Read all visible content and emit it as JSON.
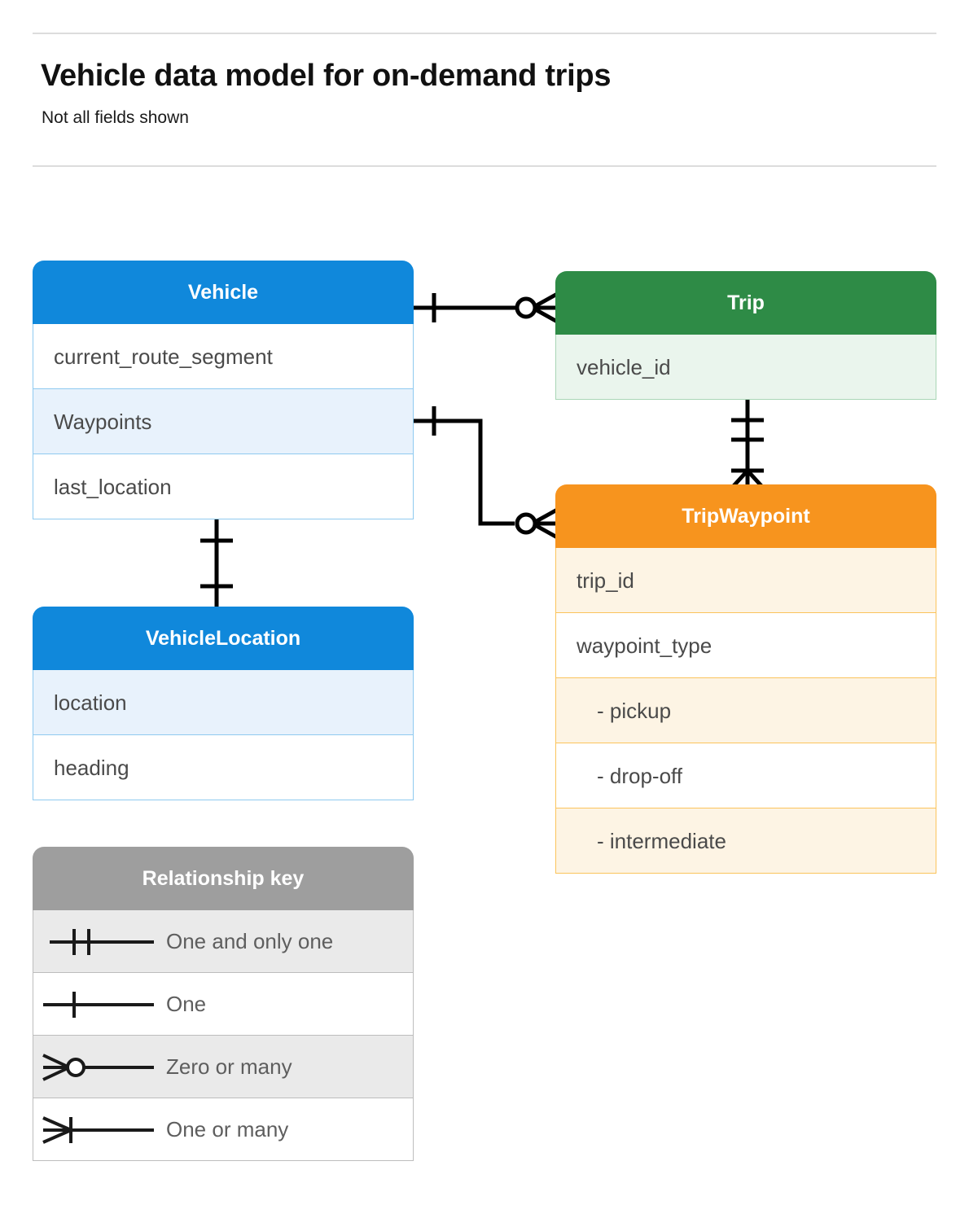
{
  "header": {
    "title": "Vehicle data model for on-demand trips",
    "subtitle": "Not all fields shown"
  },
  "colors": {
    "vehicle_header": "#1088db",
    "vehicle_row_alt": "#e8f2fc",
    "vehicle_border": "#8fcaf0",
    "trip_header": "#2e8b46",
    "trip_row_alt": "#eaf5ed",
    "trip_border": "#a9d6b6",
    "waypoint_header": "#f7941e",
    "waypoint_row_alt": "#fdf4e4",
    "waypoint_border": "#fbc45c",
    "legend_header": "#9e9e9e",
    "legend_row_alt": "#eaeaea",
    "legend_border": "#bdbdbd",
    "connector": "#000000",
    "rule": "#dcdcdc",
    "field_text": "#4a4a4a"
  },
  "entities": [
    {
      "name": "vehicle",
      "title": "Vehicle",
      "fields": [
        {
          "label": "current_route_segment",
          "highlighted": false
        },
        {
          "label": "Waypoints",
          "highlighted": true
        },
        {
          "label": "last_location",
          "highlighted": false
        }
      ]
    },
    {
      "name": "vehiclelocation",
      "title": "VehicleLocation",
      "fields": [
        {
          "label": "location",
          "highlighted": true
        },
        {
          "label": "heading",
          "highlighted": false
        }
      ]
    },
    {
      "name": "trip",
      "title": "Trip",
      "fields": [
        {
          "label": "vehicle_id",
          "highlighted": true
        }
      ]
    },
    {
      "name": "tripwaypoint",
      "title": "TripWaypoint",
      "fields": [
        {
          "label": "trip_id",
          "highlighted": true
        },
        {
          "label": "waypoint_type",
          "highlighted": false
        },
        {
          "label": "-  pickup",
          "highlighted": true
        },
        {
          "label": "-  drop-off",
          "highlighted": false
        },
        {
          "label": "-  intermediate",
          "highlighted": true
        }
      ]
    }
  ],
  "legend": {
    "title": "Relationship key",
    "items": [
      {
        "symbol": "one-and-only-one",
        "label": "One and only one"
      },
      {
        "symbol": "one",
        "label": "One"
      },
      {
        "symbol": "zero-or-many",
        "label": "Zero or many"
      },
      {
        "symbol": "one-or-many",
        "label": "One or many"
      }
    ]
  },
  "relationships": [
    {
      "name": "vehicle-to-trip",
      "from": "Vehicle",
      "to": "Trip",
      "from_cardinality": "One",
      "to_cardinality": "Zero or many"
    },
    {
      "name": "vehicle-waypoints-to-tripwaypoint",
      "from": "Vehicle.Waypoints",
      "to": "TripWaypoint",
      "from_cardinality": "One",
      "to_cardinality": "Zero or many"
    },
    {
      "name": "trip-to-tripwaypoint",
      "from": "Trip",
      "to": "TripWaypoint",
      "from_cardinality": "One and only one",
      "to_cardinality": "One or many"
    },
    {
      "name": "vehicle-to-vehiclelocation",
      "from": "Vehicle",
      "to": "VehicleLocation",
      "from_cardinality": "One",
      "to_cardinality": "One"
    }
  ]
}
